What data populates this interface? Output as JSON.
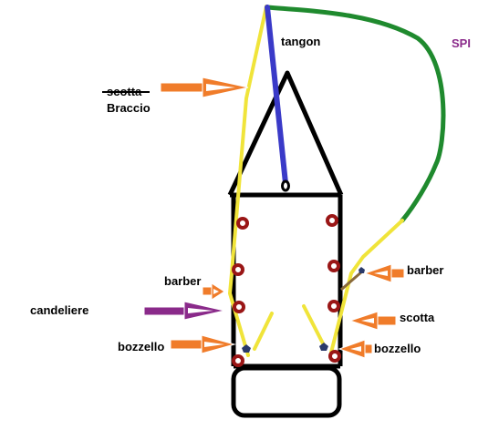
{
  "labels": {
    "tangon": "tangon",
    "spi": "SPI",
    "scotta_struck": "scotta",
    "braccio": "Braccio",
    "barber_left": "barber",
    "barber_right": "barber",
    "candeliere": "candeliere",
    "scotta_right": "scotta",
    "bozzello_left": "bozzello",
    "bozzello_right": "bozzello"
  },
  "colors": {
    "hull": "#000000",
    "pole": "#3a3ac8",
    "sheet": "#f0e43a",
    "spi_line": "#1f8a2e",
    "arrow": "#f07c2a",
    "arrow_candeliere": "#8a2a8a",
    "fitting": "#9a1616",
    "block": "#2a3a6a",
    "barber_strop": "#8a6a3a",
    "spi_text": "#8a2a8a"
  }
}
